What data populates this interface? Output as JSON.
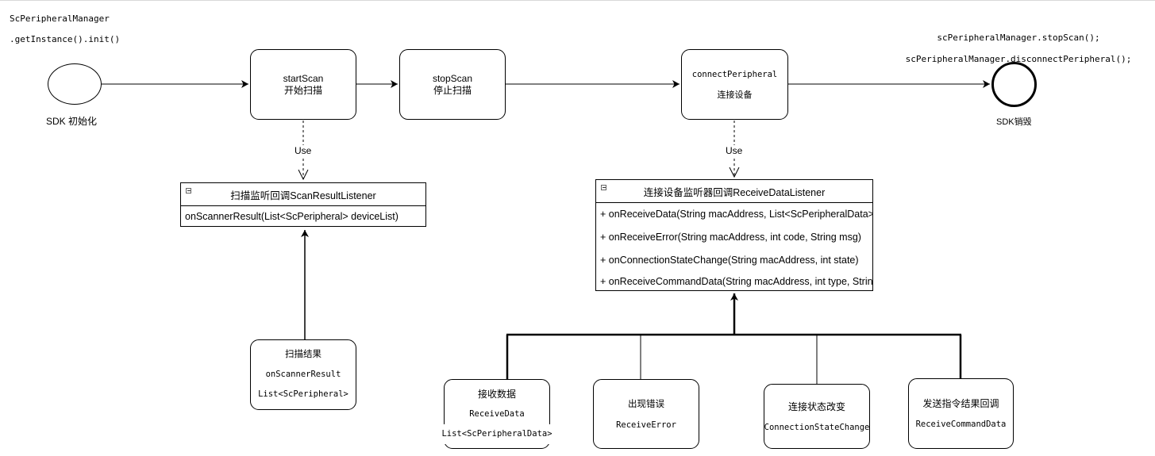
{
  "init_note": {
    "line1": "ScPeripheralManager",
    "line2": ".getInstance().init()"
  },
  "destroy_note": {
    "line1": "scPeripheralManager.stopScan();",
    "line2": "scPeripheralManager.disconnectPeripheral();"
  },
  "start_node": {
    "label": "SDK 初始化"
  },
  "end_node": {
    "label": "SDK销毁"
  },
  "boxes": {
    "start_scan": {
      "line1": "startScan",
      "line2": "开始扫描"
    },
    "stop_scan": {
      "line1": "stopScan",
      "line2": "停止扫描"
    },
    "connect": {
      "line1": "connectPeripheral",
      "line2": "连接设备"
    },
    "scan_result": {
      "line1": "扫描结果",
      "line2": "onScannerResult",
      "line3": "List<ScPeripheral>"
    },
    "receive_data": {
      "line1": "接收数据",
      "line2": "ReceiveData",
      "line3": "List<ScPeripheralData>"
    },
    "receive_error": {
      "line1": "出现错误",
      "line2": "ReceiveError"
    },
    "connection_state": {
      "line1": "连接状态改变",
      "line2": "ConnectionStateChange"
    },
    "receive_command": {
      "line1": "发送指令结果回调",
      "line2": "ReceiveCommandData"
    }
  },
  "use_labels": {
    "scan": "Use",
    "connect": "Use"
  },
  "scan_listener": {
    "title": "扫描监听回调ScanResultListener",
    "methods": [
      "onScannerResult(List<ScPeripheral> deviceList)"
    ]
  },
  "data_listener": {
    "title": "连接设备监听器回调ReceiveDataListener",
    "methods": [
      "+ onReceiveData(String macAddress, List<ScPeripheralData> dataList)",
      "+ onReceiveError(String macAddress, int code, String msg)",
      "+ onConnectionStateChange(String macAddress, int state)",
      "+ onReceiveCommandData(String macAddress, int type, String data)"
    ]
  }
}
